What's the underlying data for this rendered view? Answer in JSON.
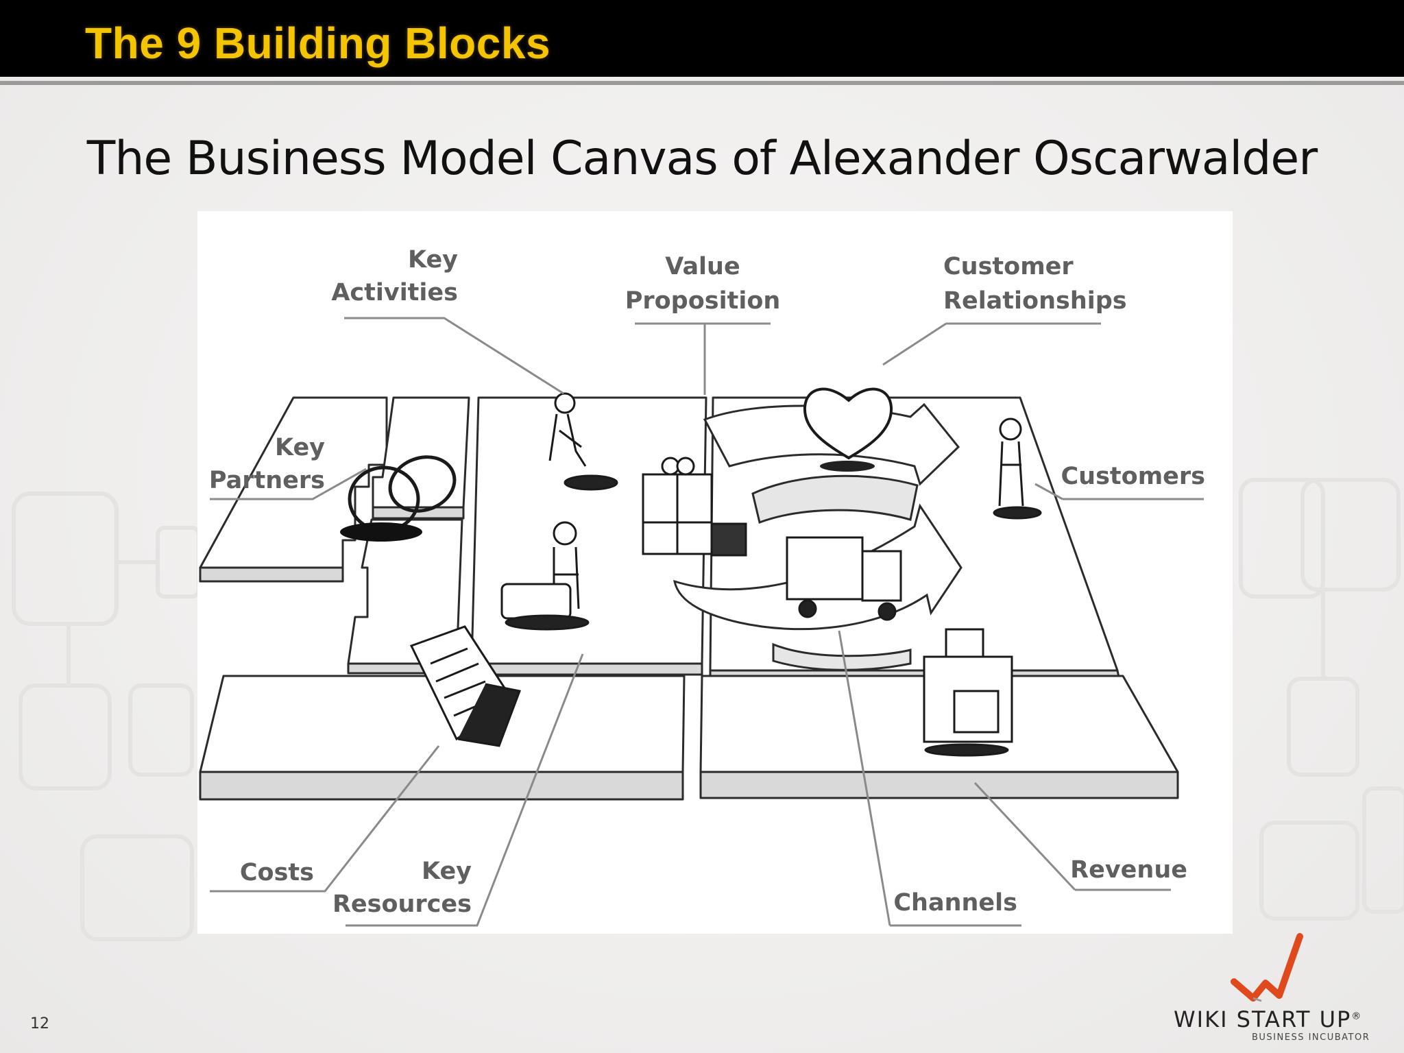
{
  "header": {
    "title": "The 9 Building Blocks"
  },
  "slide": {
    "subtitle": "The Business Model Canvas of Alexander Oscarwalder",
    "page_number": "12"
  },
  "diagram": {
    "labels": {
      "key_activities": [
        "Key",
        "Activities"
      ],
      "value_proposition": [
        "Value",
        "Proposition"
      ],
      "customer_relationships": [
        "Customer",
        "Relationships"
      ],
      "key_partners": [
        "Key",
        "Partners"
      ],
      "customers": "Customers",
      "costs": "Costs",
      "key_resources": [
        "Key",
        "Resources"
      ],
      "channels": "Channels",
      "revenue": "Revenue"
    }
  },
  "brand": {
    "name": "WIKI START UP",
    "registered_mark": "®",
    "tagline": "BUSINESS INCUBATOR",
    "colors": {
      "accent_orange": "#e0491c",
      "title_yellow": "#f5c400"
    }
  }
}
